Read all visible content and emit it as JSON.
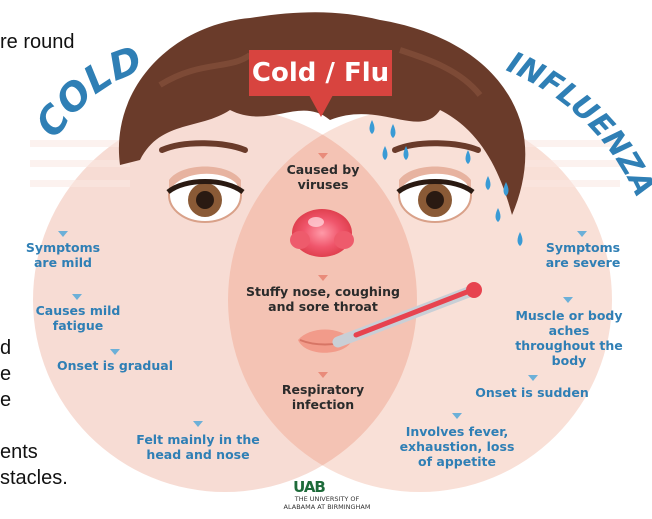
{
  "background_text": {
    "line1": "re round",
    "line2": "d",
    "line3": "e",
    "line4": "e",
    "line5": "ents",
    "line6": "stacles."
  },
  "banner": {
    "title": "Cold / Flu"
  },
  "titles": {
    "cold": "COLD",
    "influenza": "INFLUENZA"
  },
  "center": [
    "Caused by viruses",
    "Stuffy nose, coughing and sore throat",
    "Respiratory infection"
  ],
  "cold_items": [
    "Symptoms are mild",
    "Causes mild fatigue",
    "Onset is gradual",
    "Felt mainly in the head and nose"
  ],
  "flu_items": [
    "Symptoms are severe",
    "Muscle or body aches throughout the body",
    "Onset is sudden",
    "Involves fever, exhaustion, loss of appetite"
  ],
  "logo": {
    "mark": "UAB",
    "line1": "THE UNIVERSITY OF",
    "line2": "ALABAMA AT BIRMINGHAM"
  },
  "colors": {
    "banner": "#d8443f",
    "blue_text": "#2f7fb5",
    "left_circle": "#f6d8d0",
    "right_circle": "#f9ddd4",
    "overlap": "#f5c2b4",
    "hair": "#6a3b2a",
    "face": "#f3c6a4"
  }
}
